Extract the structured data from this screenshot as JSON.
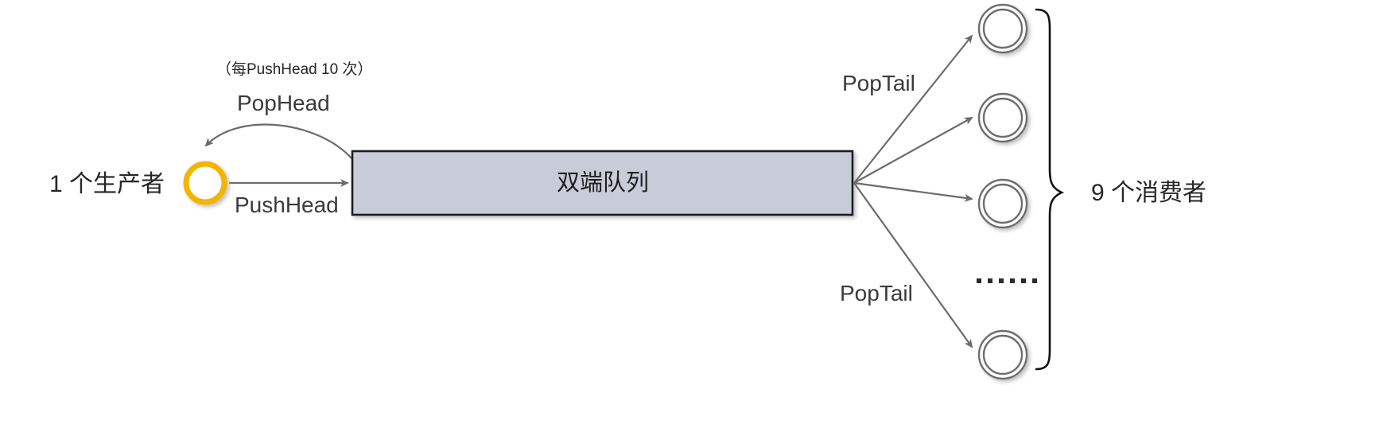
{
  "diagram": {
    "title_note": "（每PushHead 10 次）",
    "producer": {
      "label": "1 个生产者",
      "count": 1,
      "ring_color": "#F5B400",
      "icon": "producer-ring-icon"
    },
    "queue": {
      "label": "双端队列",
      "fill_color": "#C8CCD8",
      "border_color": "#1a1a1a"
    },
    "operations": {
      "pop_head": "PopHead",
      "push_head": "PushHead",
      "pop_tail_top": "PopTail",
      "pop_tail_bottom": "PopTail"
    },
    "consumers": {
      "label": "9 个消费者",
      "count": 9,
      "ellipsis": "……",
      "ring_color": "#6e6e6e",
      "icon": "consumer-ring-icon"
    },
    "arrow_color": "#6b6b6b",
    "brace_color": "#111111"
  }
}
